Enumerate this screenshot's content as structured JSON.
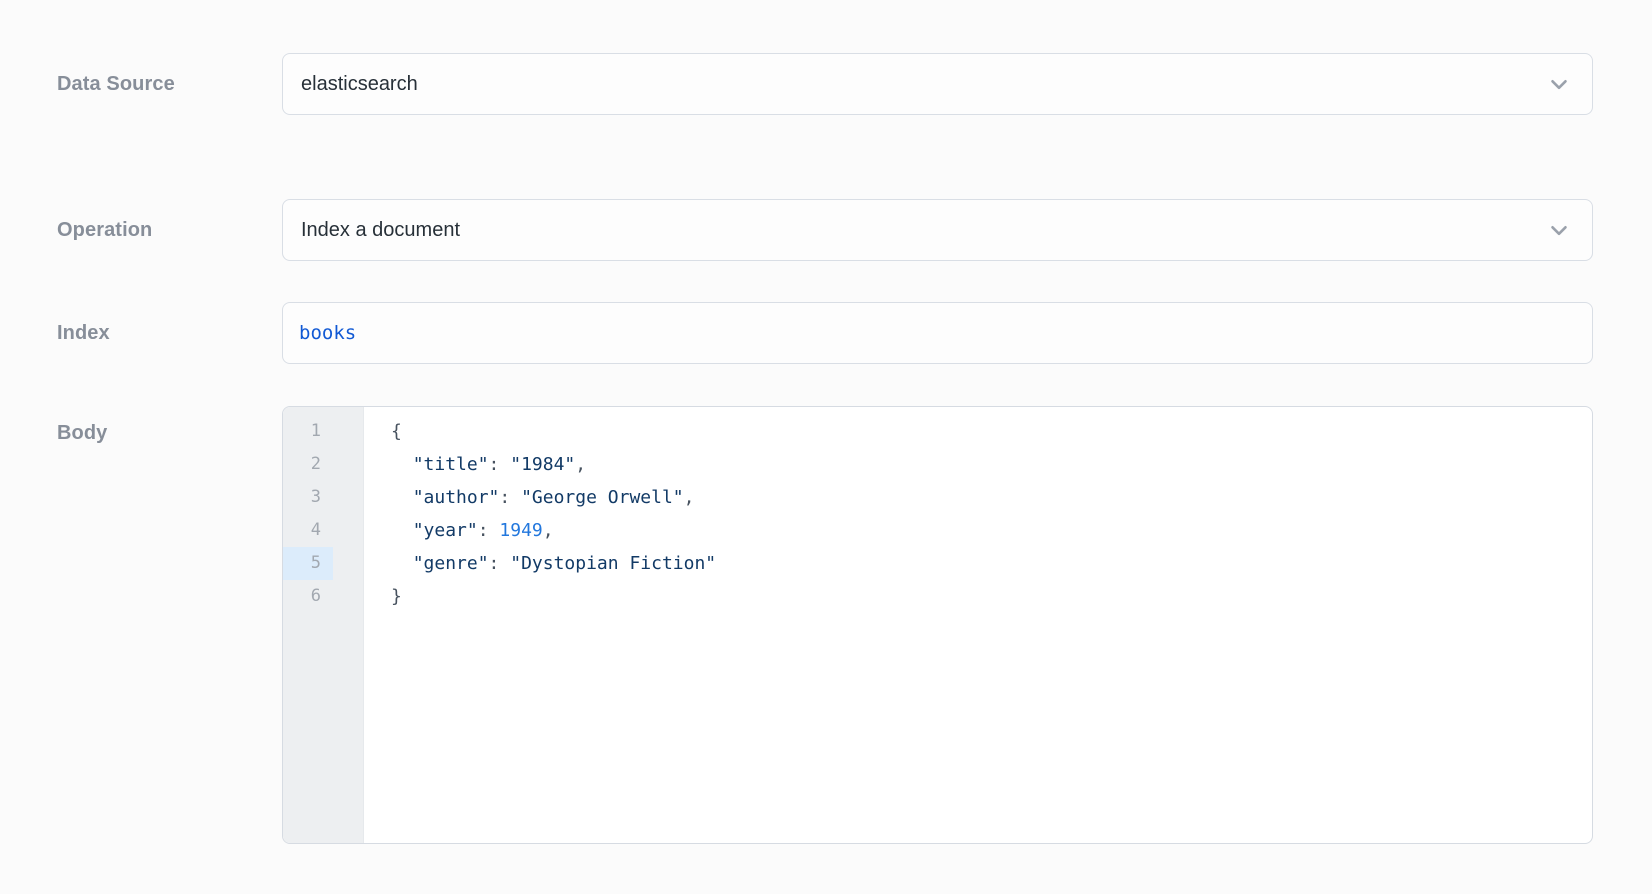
{
  "fields": {
    "data_source": {
      "label": "Data Source",
      "value": "elasticsearch"
    },
    "operation": {
      "label": "Operation",
      "value": "Index a document"
    },
    "index": {
      "label": "Index",
      "value": "books"
    },
    "body": {
      "label": "Body"
    }
  },
  "icons": {
    "data_source_dropdown": "chevron-down",
    "operation_dropdown": "chevron-down"
  },
  "editor": {
    "active_line": 5,
    "lines": [
      {
        "number": "1",
        "active": false,
        "tokens": [
          {
            "type": "punct",
            "text": "{"
          }
        ]
      },
      {
        "number": "2",
        "active": false,
        "tokens": [
          {
            "type": "plain",
            "text": "  "
          },
          {
            "type": "str",
            "text": "\"title\""
          },
          {
            "type": "punct",
            "text": ": "
          },
          {
            "type": "str",
            "text": "\"1984\""
          },
          {
            "type": "punct",
            "text": ","
          }
        ]
      },
      {
        "number": "3",
        "active": false,
        "tokens": [
          {
            "type": "plain",
            "text": "  "
          },
          {
            "type": "str",
            "text": "\"author\""
          },
          {
            "type": "punct",
            "text": ": "
          },
          {
            "type": "str",
            "text": "\"George Orwell\""
          },
          {
            "type": "punct",
            "text": ","
          }
        ]
      },
      {
        "number": "4",
        "active": false,
        "tokens": [
          {
            "type": "plain",
            "text": "  "
          },
          {
            "type": "str",
            "text": "\"year\""
          },
          {
            "type": "punct",
            "text": ": "
          },
          {
            "type": "num",
            "text": "1949"
          },
          {
            "type": "punct",
            "text": ","
          }
        ]
      },
      {
        "number": "5",
        "active": true,
        "tokens": [
          {
            "type": "plain",
            "text": "  "
          },
          {
            "type": "str",
            "text": "\"genre\""
          },
          {
            "type": "punct",
            "text": ": "
          },
          {
            "type": "str",
            "text": "\"Dystopian Fiction\""
          }
        ]
      },
      {
        "number": "6",
        "active": false,
        "tokens": [
          {
            "type": "punct",
            "text": "}"
          }
        ]
      }
    ]
  },
  "colors": {
    "accent-blue": "#1159d4",
    "code-string": "#123a66",
    "code-number": "#2277dd",
    "code-punct": "#47525f",
    "active-line-bg": "#dcecfb",
    "gutter-bg": "#edeff1",
    "line-number": "#a2a8b0",
    "label-gray": "#878e99",
    "field-border": "#d9dee5",
    "value-text": "#273038",
    "chevron": "#9aa1ab",
    "page-bg": "#fbfbfb"
  }
}
